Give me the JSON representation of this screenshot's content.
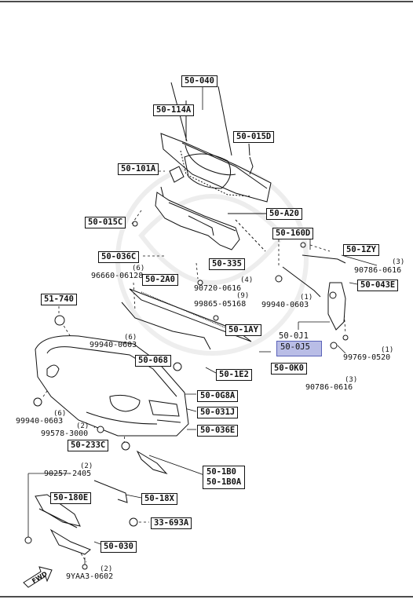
{
  "boxed_labels": {
    "b_50_040": "50-040",
    "b_50_114a": "50-114A",
    "b_50_015d": "50-015D",
    "b_50_101a": "50-101A",
    "b_50_a20": "50-A20",
    "b_50_015c": "50-015C",
    "b_50_160d": "50-160D",
    "b_50_1zy": "50-1ZY",
    "b_50_036c": "50-036C",
    "b_50_335": "50-335",
    "b_50_2a0": "50-2A0",
    "b_50_043e": "50-043E",
    "b_51_740": "51-740",
    "b_50_1ay": "50-1AY",
    "b_50_068": "50-068",
    "b_50_1e2": "50-1E2",
    "b_50_0k0": "50-0K0",
    "b_50_0g8a": "50-0G8A",
    "b_50_031j": "50-031J",
    "b_50_036e": "50-036E",
    "b_50_233c": "50-233C",
    "b_50_1b0_a": "50-1B0",
    "b_50_1b0_b": "50-1B0A",
    "b_50_180e": "50-180E",
    "b_50_18x": "50-18X",
    "b_33_693a": "33-693A",
    "b_50_030": "50-030"
  },
  "highlight": {
    "upper": "50-0J1",
    "lower": "50-0J5"
  },
  "part_numbers": {
    "p_90786_0616_a": "90786-0616",
    "p_96660_06128": "96660-06128",
    "p_90720_0616": "90720-0616",
    "p_99865_05168": "99865-05168",
    "p_99940_0603_a": "99940-0603",
    "p_99940_0603_b": "99940-0603",
    "p_99769_0520": "99769-0520",
    "p_90786_0616_b": "90786-0616",
    "p_99940_0603_c": "99940-0603",
    "p_99578_3000": "99578-3000",
    "p_90257_2405": "90257-2405",
    "p_9yaa3_0602": "9YAA3-0602"
  },
  "quantities": {
    "q_3a": "(3)",
    "q_6a": "(6)",
    "q_4": "(4)",
    "q_9": "(9)",
    "q_1a": "(1)",
    "q_6b": "(6)",
    "q_1b": "(1)",
    "q_3b": "(3)",
    "q_6c": "(6)",
    "q_2a": "(2)",
    "q_2b": "(2)",
    "q_2c": "(2)"
  },
  "fwd_label": "FWD",
  "colors": {
    "highlight_fill": "#b9bde6",
    "highlight_border": "#5a62b8",
    "ink": "#111111"
  }
}
